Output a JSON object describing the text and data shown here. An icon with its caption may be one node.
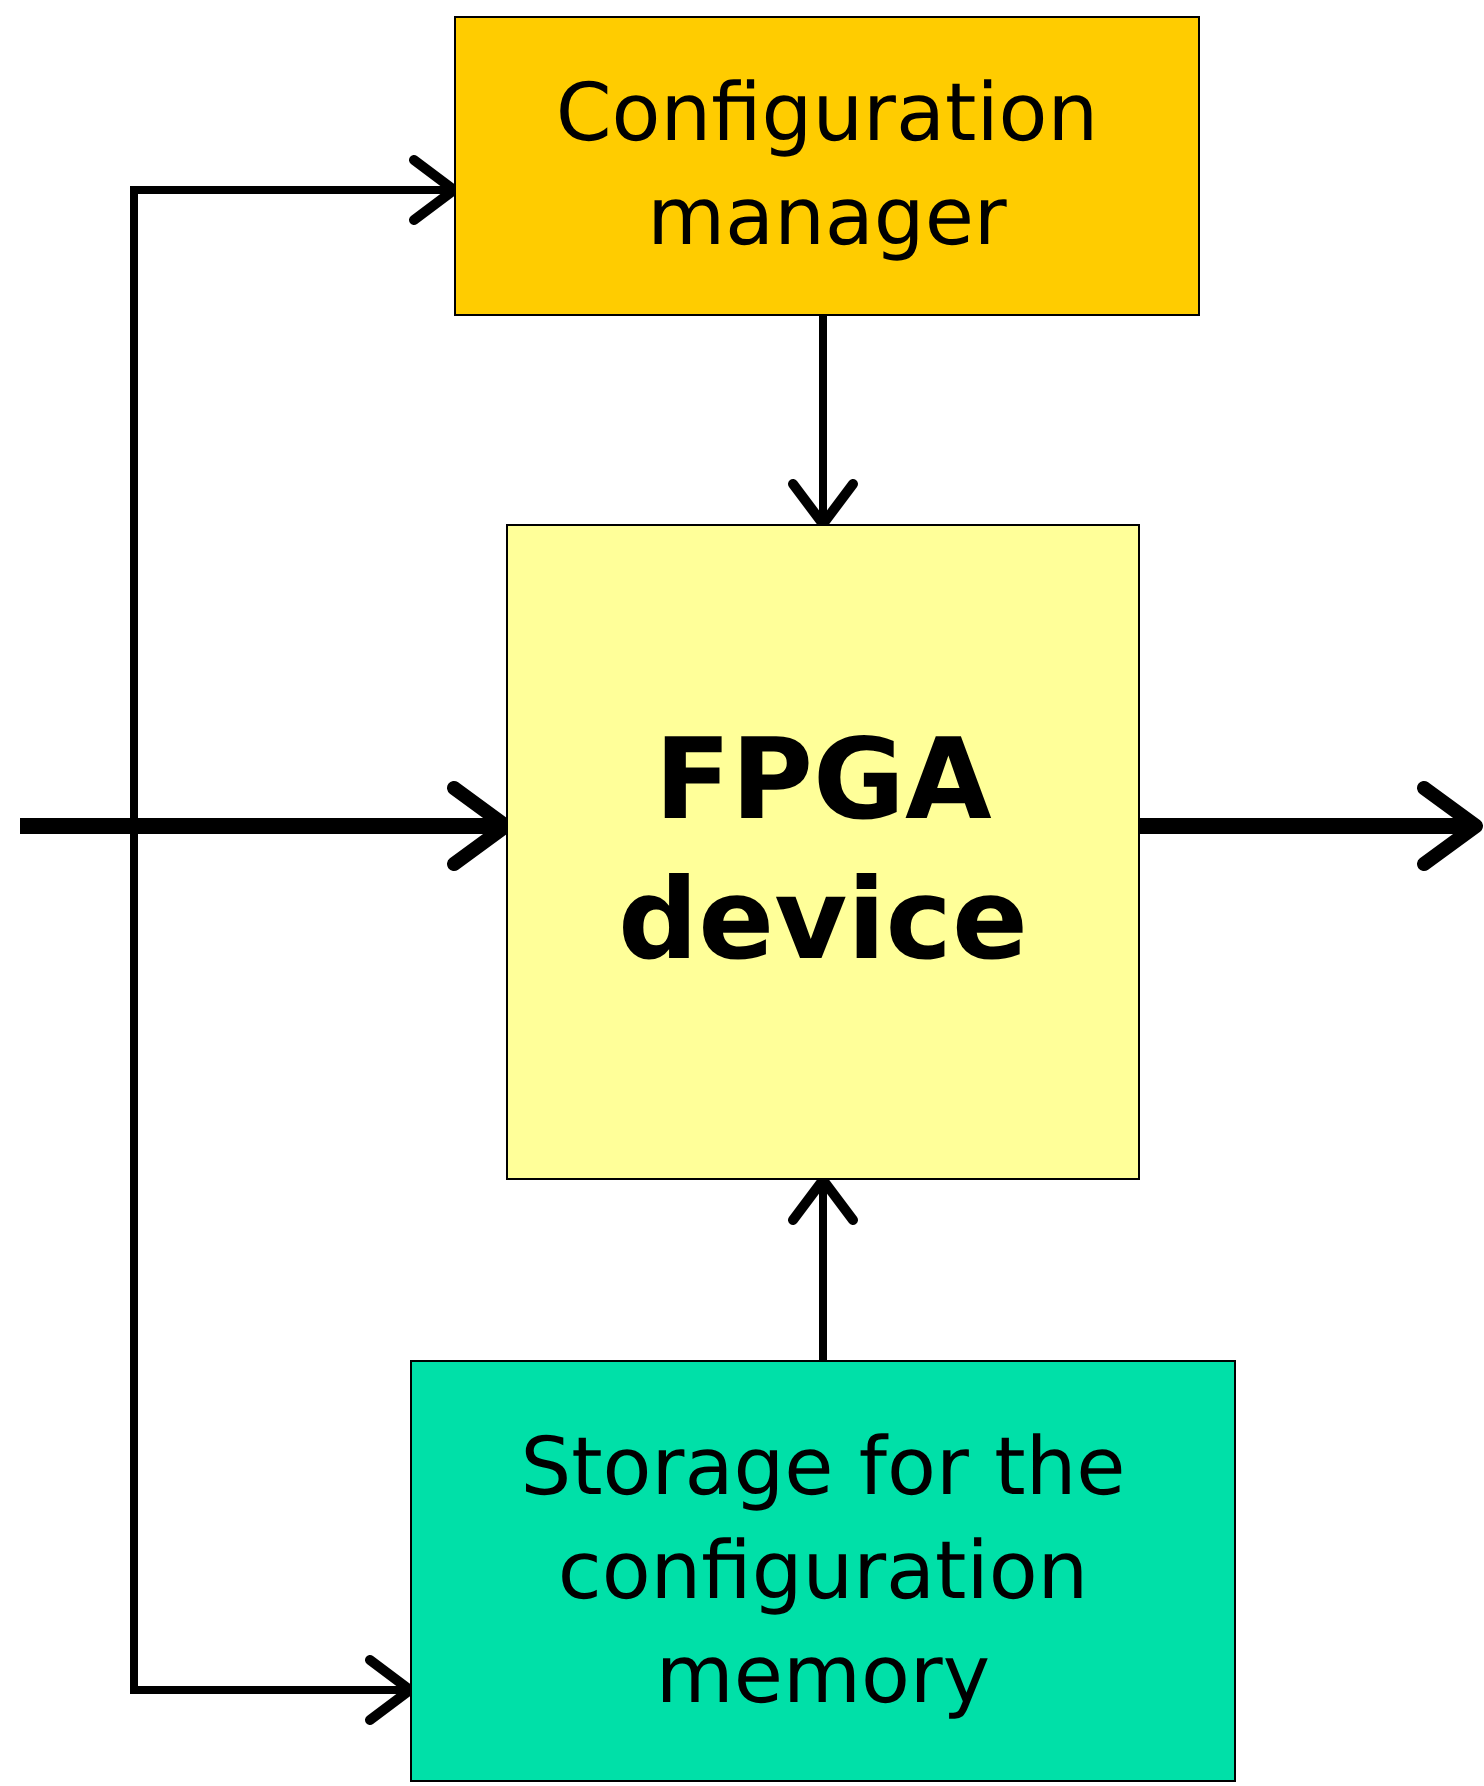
{
  "diagram": {
    "nodes": [
      {
        "text": [
          "Configuration manager"
        ]
      },
      {
        "text": [
          "FPGA device"
        ]
      },
      {
        "text": [
          "Storage for the configuration memory"
        ]
      }
    ],
    "edges": [
      {
        "from": 0,
        "to": 1,
        "arrow": "to"
      },
      {
        "from": 2,
        "to": 1,
        "arrow": "to"
      },
      {
        "from": null,
        "to": 1,
        "arrow": "to",
        "style": "thick"
      },
      {
        "from": 1,
        "to": null,
        "arrow": "to",
        "style": "thick"
      },
      {
        "from": null,
        "to": 0,
        "arrow": "to"
      },
      {
        "from": null,
        "to": 2,
        "arrow": "to"
      }
    ]
  }
}
